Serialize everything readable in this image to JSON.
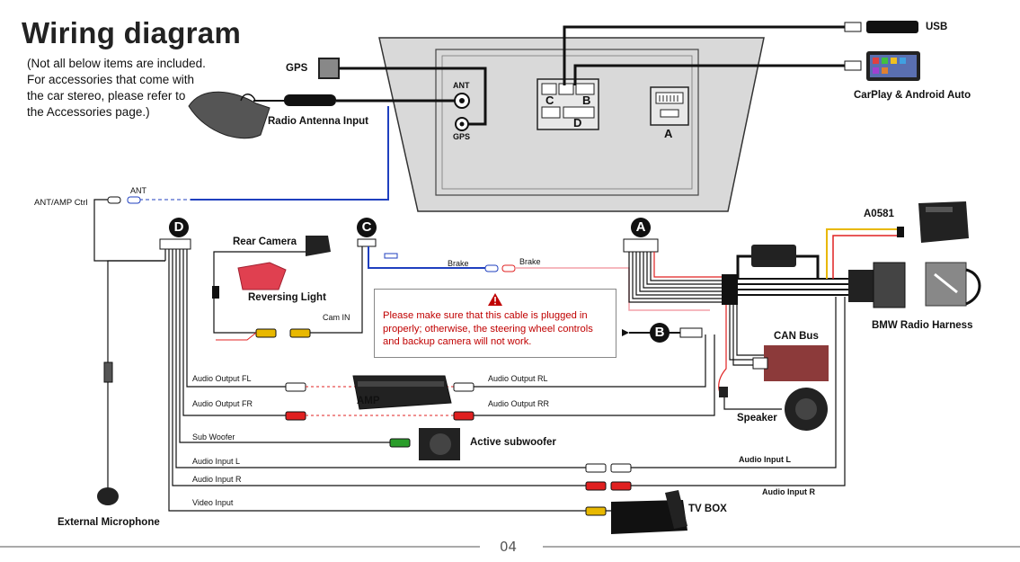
{
  "title": "Wiring diagram",
  "note": "(Not all below items are included.\nFor accessories that come with\nthe car stereo, please refer to\nthe Accessories page.)",
  "labels": {
    "gps": "GPS",
    "radio_antenna_input": "Radio Antenna Input",
    "usb": "USB",
    "carplay": "CarPlay & Android Auto",
    "ant_port": "ANT",
    "gps_port": "GPS",
    "conn_c": "C",
    "conn_b": "B",
    "conn_d": "D",
    "conn_a": "A",
    "ant_amp_ctrl": "ANT/AMP Ctrl",
    "ant_small": "ANT",
    "rear_camera": "Rear Camera",
    "reversing_light": "Reversing Light",
    "cam_in": "Cam IN",
    "brake_left": "Brake",
    "brake_right": "Brake",
    "a0581": "A0581",
    "bmw_radio_harness": "BMW Radio Harness",
    "can_bus": "CAN Bus",
    "speaker": "Speaker",
    "audio_output_fl": "Audio Output FL",
    "audio_output_fr": "Audio Output FR",
    "audio_output_rl": "Audio Output RL",
    "audio_output_rr": "Audio Output RR",
    "amp": "AMP",
    "sub_woofer": "Sub Woofer",
    "active_subwoofer": "Active subwoofer",
    "audio_input_l_left": "Audio Input L",
    "audio_input_r_left": "Audio Input R",
    "audio_input_l_right": "Audio Input L",
    "audio_input_r_right": "Audio Input R",
    "video_input": "Video Input",
    "tv_box": "TV BOX",
    "external_microphone": "External Microphone"
  },
  "badges": {
    "a": "A",
    "b": "B",
    "c": "C",
    "d": "D"
  },
  "warning": "Please make sure that this cable is plugged in properly; otherwise, the steering wheel controls and backup camera will not work.",
  "page_number": "04",
  "colors": {
    "wire_black": "#111111",
    "wire_blue": "#1f3fbf",
    "wire_red": "#e02020",
    "wire_pink": "#f4a0a8",
    "wire_yellow": "#e8b800",
    "wire_green": "#2a9d2a",
    "warning_red": "#c00000",
    "can_bus_box": "#8c3a3a",
    "head_unit_fill": "#d9d9d9"
  }
}
